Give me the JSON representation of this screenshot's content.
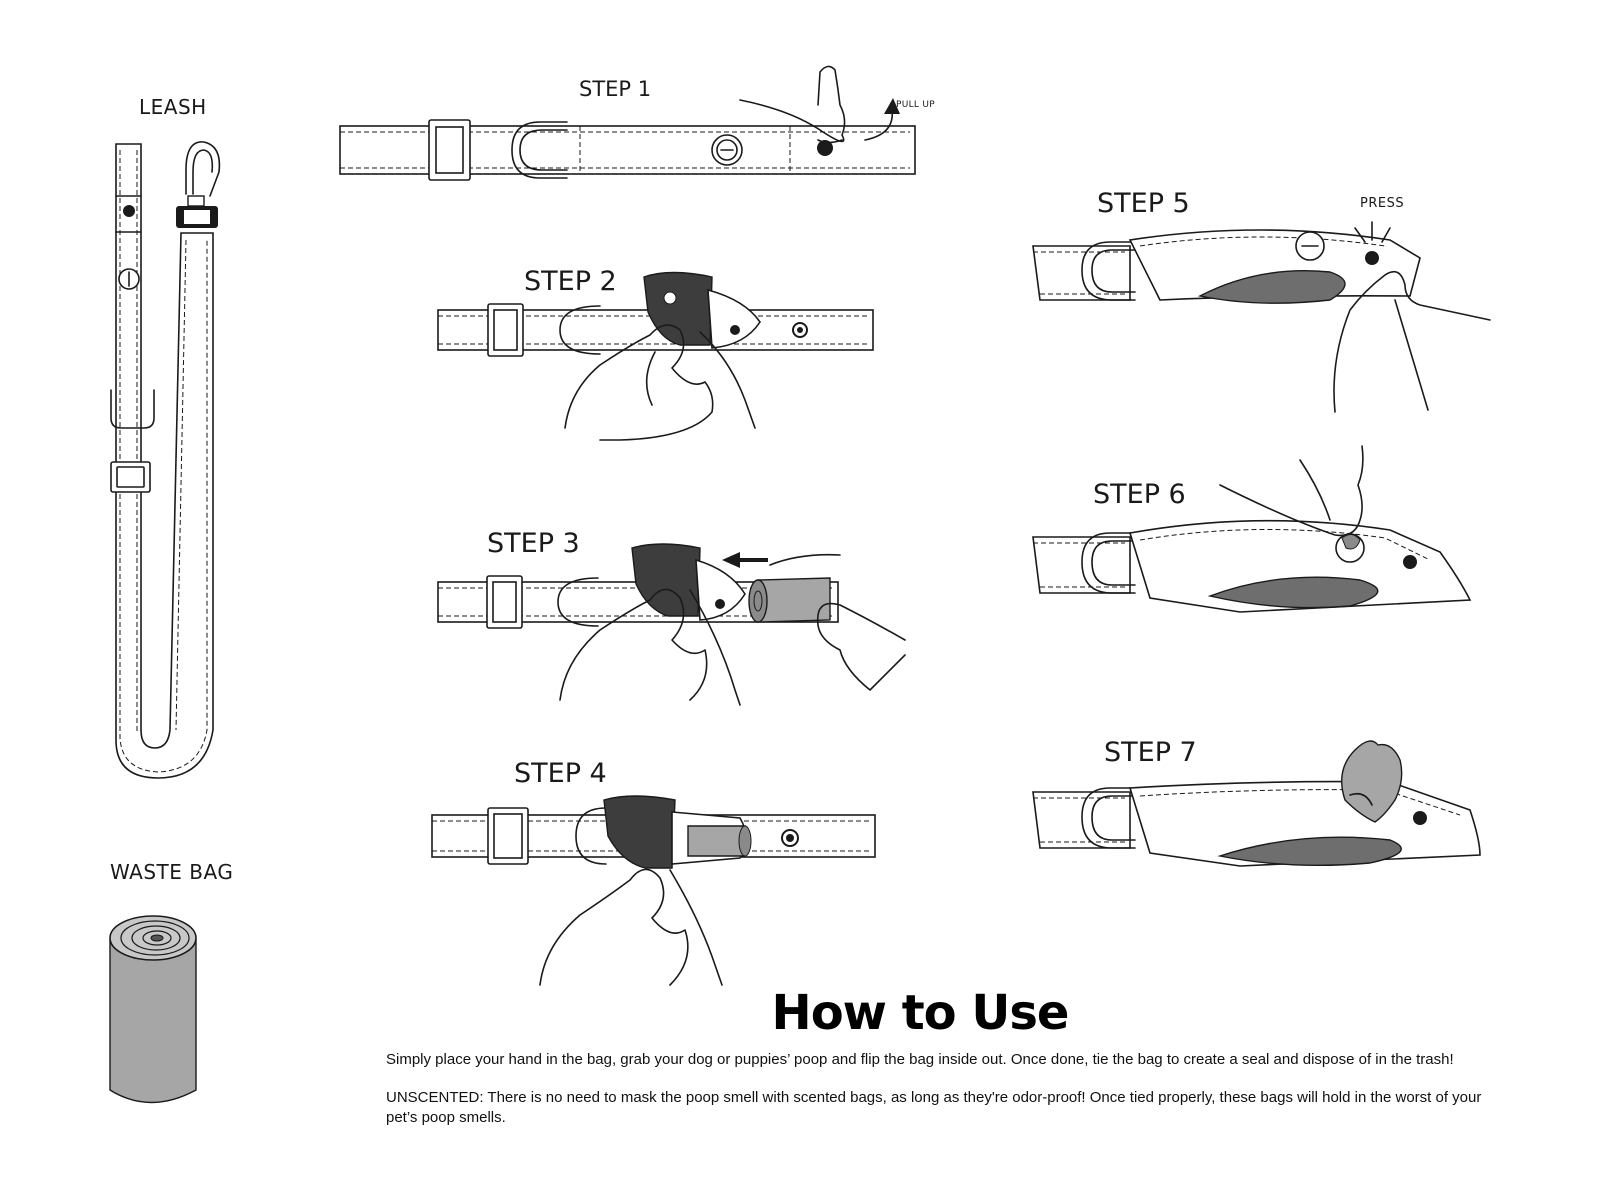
{
  "labels": {
    "leash": "LEASH",
    "waste_bag": "WASTE BAG",
    "pull_up": "PULL UP",
    "press": "PRESS"
  },
  "steps": [
    {
      "label": "STEP 1"
    },
    {
      "label": "STEP 2"
    },
    {
      "label": "STEP 3"
    },
    {
      "label": "STEP 4"
    },
    {
      "label": "STEP 5"
    },
    {
      "label": "STEP 6"
    },
    {
      "label": "STEP 7"
    }
  ],
  "how_to_use": {
    "title": "How to Use",
    "paragraph_1": "Simply place your hand in the bag, grab your dog or puppies’ poop and flip the bag inside out. Once done, tie the bag to create a seal and dispose of in the trash!",
    "paragraph_2": "UNSCENTED: There is no need to mask the poop smell with scented bags, as long as they're odor-proof! Once tied properly, these bags will hold in the worst of your pet’s poop smells."
  },
  "colors": {
    "ink": "#1a1a1a",
    "pouch": "#3d3d3d",
    "bag_gray": "#a6a6a6",
    "bag_dark": "#6e6e6e",
    "background": "#ffffff"
  }
}
